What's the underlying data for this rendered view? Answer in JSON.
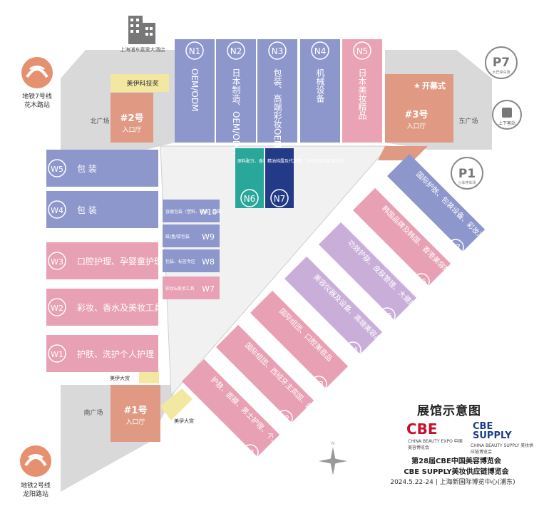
{
  "landmarks": {
    "building": "上海浦东嘉里大酒店",
    "metro_top": {
      "line": "地铁7号线",
      "station": "花木路站"
    },
    "metro_bottom": {
      "line": "地铁2号线",
      "station": "龙阳路站"
    },
    "p7": {
      "label": "P7",
      "sub": "大巴停车场"
    },
    "p1": {
      "label": "P1",
      "sub": "小车停车场"
    },
    "bus": "上下客站"
  },
  "entrances": {
    "north_plaza": "北广场",
    "east_plaza": "东广场",
    "south_plaza": "南广场",
    "gate2": {
      "name": "#2号",
      "sub": "入口厅"
    },
    "gate3": {
      "name": "#3号",
      "sub": "入口厅"
    },
    "gate1": {
      "name": "#1号",
      "sub": "入口厅"
    },
    "award_top": "美伊科技奖",
    "opening": "开幕式",
    "award_mid": "美伊大赏",
    "award_bottom": "美伊大赏"
  },
  "north_halls": [
    {
      "id": "N1",
      "text": "OEM/ODM",
      "color": "#8e97cc"
    },
    {
      "id": "N2",
      "text": "日本制造、OEM/ODM",
      "color": "#8e97cc"
    },
    {
      "id": "N3",
      "text": "包装、高端彩妆OEM",
      "color": "#8e97cc"
    },
    {
      "id": "N4",
      "text": "机械设备",
      "color": "#8e97cc"
    },
    {
      "id": "N5",
      "text": "日本美妆精品",
      "color": "#eaa3b5"
    }
  ],
  "center_halls": [
    {
      "id": "N6",
      "text": "原料配方、香料香精、OEM/ODM",
      "color": "#2aa79b"
    },
    {
      "id": "N7",
      "text": "精油纯露及代加工、检验检测及配套服务",
      "color": "#233a86"
    }
  ],
  "west_halls": [
    {
      "id": "W5",
      "text": "包  装",
      "color": "#8e97cc"
    },
    {
      "id": "W4",
      "text": "包  装",
      "color": "#8e97cc"
    },
    {
      "id": "W3",
      "text": "口腔护理、孕婴童护理",
      "color": "#e7a0b4"
    },
    {
      "id": "W2",
      "text": "彩妆、香水及美妆工具",
      "color": "#e7a0b4"
    },
    {
      "id": "W1",
      "text": "护肤、洗护个人护理",
      "color": "#e7a0b4"
    }
  ],
  "inner_halls": [
    {
      "id": "W10",
      "text": "容器包装（塑料、玻璃、金属）",
      "color": "#8e97cc"
    },
    {
      "id": "W9",
      "text": "纸/盒/袋包装",
      "color": "#8e97cc"
    },
    {
      "id": "W8",
      "text": "包装、标签专区",
      "color": "#8e97cc"
    },
    {
      "id": "W7",
      "text": "彩妆&美妆工具",
      "color": "#e7a0b4"
    }
  ],
  "east_halls": [
    {
      "id": "E7",
      "text": "国际护肤、包装设备、彩妆净化设备专区",
      "color": "#8e97cc"
    },
    {
      "id": "E6",
      "text": "韩国品牌及韩国、香港美容院线代工、包装",
      "color": "#e7a0b4"
    },
    {
      "id": "E5",
      "text": "功效护肤、皮肤管理、大健康、美甲美睫纹绣",
      "color": "#c9aed9"
    },
    {
      "id": "E4",
      "text": "美容仪器及设备、高端美容品",
      "color": "#c9aed9"
    },
    {
      "id": "E3",
      "text": "国际组团、口腔美容品",
      "color": "#e7a0b4"
    },
    {
      "id": "E2",
      "text": "国际组团、西班牙主宾国、欧美品牌",
      "color": "#e7a0b4"
    },
    {
      "id": "E1",
      "text": "护肤、面膜、男士护理、个人护理",
      "color": "#e7a0b4"
    }
  ],
  "info": {
    "title": "展馆示意图",
    "logo_cbe": "CBE",
    "logo_cbe_sub": "CHINA BEAUTY EXPO 中国美容博览会",
    "logo_supply": "CBE SUPPLY",
    "logo_supply_sub": "CHINA BEAUTY SUPPLY 美妆供应链博览会",
    "line1": "第28届CBE中国美容博览会",
    "line2": "CBE SUPPLY美妆供应链博览会",
    "date": "2024.5.22-24 | 上海新国际博览中心(浦东)"
  },
  "colors": {
    "plaza": "#d9d9d9",
    "gate": "#e09a83",
    "yellow": "#f3e8a2",
    "metro": "#e5906e"
  }
}
